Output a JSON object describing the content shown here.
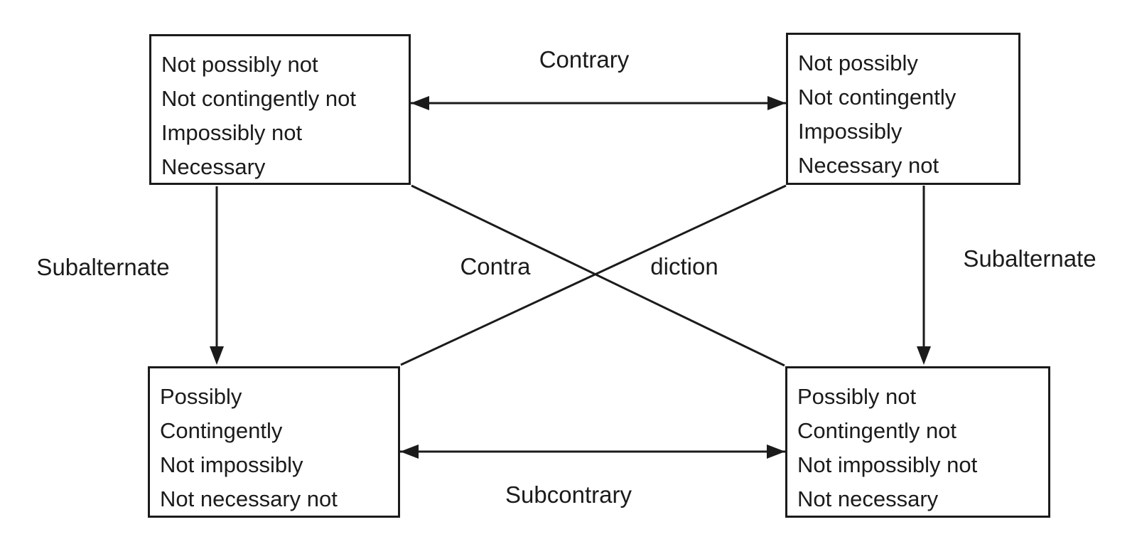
{
  "nodes": {
    "top_left": {
      "lines": [
        "Not possibly not",
        "Not contingently not",
        "Impossibly not",
        "Necessary"
      ]
    },
    "top_right": {
      "lines": [
        "Not possibly",
        "Not contingently",
        "Impossibly",
        "Necessary not"
      ]
    },
    "bottom_left": {
      "lines": [
        "Possibly",
        "Contingently",
        "Not impossibly",
        "Not necessary not"
      ]
    },
    "bottom_right": {
      "lines": [
        "Possibly not",
        "Contingently not",
        "Not impossibly not",
        "Not necessary"
      ]
    }
  },
  "edges": {
    "contrary": "Contrary",
    "subcontrary": "Subcontrary",
    "subalternate_left": "Subalternate",
    "subalternate_right": "Subalternate",
    "contradiction_left": "Contra",
    "contradiction_right": "diction"
  },
  "colors": {
    "line": "#1b1b1b",
    "text": "#1b1b1b",
    "background": "#ffffff"
  }
}
